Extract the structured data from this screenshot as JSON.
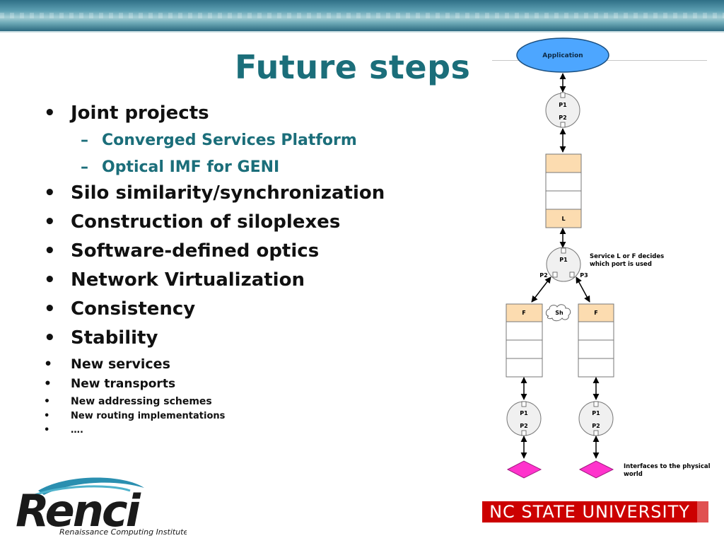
{
  "slide": {
    "title": "Future steps",
    "bullets": [
      {
        "text": "Joint projects",
        "level": 1
      },
      {
        "text": "Converged Services Platform",
        "level": 2
      },
      {
        "text": "Optical IMF for GENI",
        "level": 2
      },
      {
        "text": "Silo similarity/synchronization",
        "level": 1
      },
      {
        "text": "Construction of siloplexes",
        "level": 1
      },
      {
        "text": "Software-defined optics",
        "level": 1
      },
      {
        "text": "Network Virtualization",
        "level": 1
      },
      {
        "text": "Consistency",
        "level": 1
      },
      {
        "text": "Stability",
        "level": 1
      },
      {
        "text": "New services",
        "level": 1
      },
      {
        "text": "New transports",
        "level": 1
      },
      {
        "text": "New addressing schemes",
        "level": 1
      },
      {
        "text": "New routing implementations",
        "level": 1
      },
      {
        "text": "….",
        "level": 1
      }
    ],
    "bullet_char": "•",
    "sub_bullet_char": "–"
  },
  "diagram": {
    "application_label": "Application",
    "top_node": {
      "p1": "P1",
      "p2": "P2"
    },
    "stack_label": "L",
    "middle_node": {
      "p1": "P1",
      "p2": "P2",
      "p3": "P3"
    },
    "service_note_line1": "Service L or F decides",
    "service_note_line2": "which port is used",
    "left_stack_label": "F",
    "right_stack_label": "F",
    "cloud_label": "Sh",
    "bottom_left_node": {
      "p1": "P1",
      "p2": "P2"
    },
    "bottom_right_node": {
      "p1": "P1",
      "p2": "P2"
    },
    "interfaces_note_line1": "Interfaces to the physical",
    "interfaces_note_line2": "world",
    "colors": {
      "application": "#4da6ff",
      "stack_header": "#fcdcb0",
      "interface": "#ff33cc",
      "node": "#f0f0f0"
    }
  },
  "logos": {
    "renci_name": "Renci",
    "renci_tagline": "Renaissance Computing Institute",
    "ncsu": "NC STATE UNIVERSITY"
  },
  "colors": {
    "title": "#1b6e7a",
    "accent_red": "#cc0000"
  }
}
